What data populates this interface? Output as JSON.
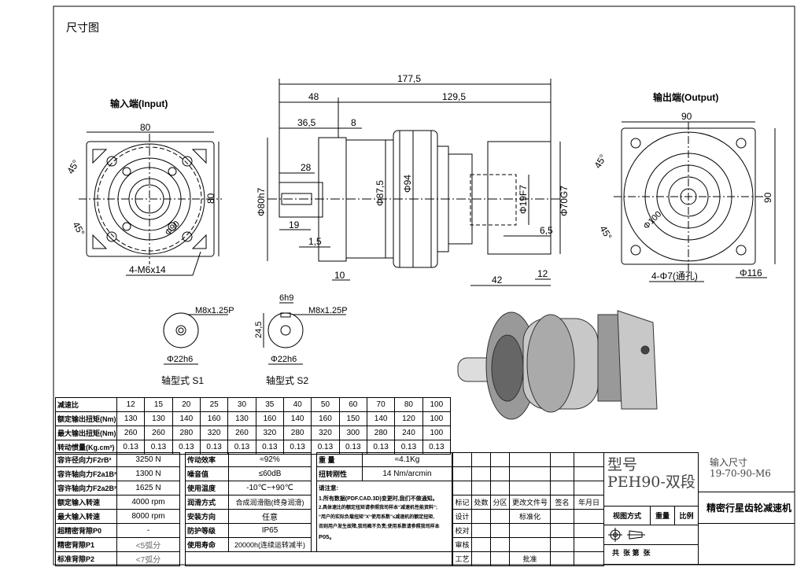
{
  "title": "尺寸图",
  "input_view": {
    "label": "输入端(Input)",
    "width": "80",
    "height": "80",
    "angle1": "45°",
    "angle2": "45°",
    "pcd": "Φ90",
    "holes": "4-M6x14"
  },
  "output_view": {
    "label": "输出端(Output)",
    "width": "90",
    "height": "90",
    "angle1": "45°",
    "angle2": "45°",
    "pcd": "Φ100",
    "holes": "4-Φ7(通孔)",
    "outer": "Φ116"
  },
  "side_view": {
    "total": "177,5",
    "d48": "48",
    "d129": "129,5",
    "d36": "36,5",
    "d8": "8",
    "d28": "28",
    "d80": "Φ80h7",
    "d87": "Φ87,5",
    "d94": "Φ94",
    "d19f": "Φ19F7",
    "d70": "Φ70G7",
    "d65": "6,5",
    "d19": "19",
    "d15": "1,5",
    "d10": "10",
    "d42": "42",
    "d12": "12"
  },
  "shaft_s1": {
    "thread": "M8x1.25P",
    "dia": "Φ22h6",
    "label": "轴型式 S1"
  },
  "shaft_s2": {
    "thread": "M8x1.25P",
    "key": "6h9",
    "height": "24,5",
    "dia": "Φ22h6",
    "label": "轴型式 S2"
  },
  "ratio_table": {
    "rows": [
      {
        "label": "减速比",
        "values": [
          "12",
          "15",
          "20",
          "25",
          "30",
          "35",
          "40",
          "50",
          "60",
          "70",
          "80",
          "100"
        ]
      },
      {
        "label": "额定输出扭矩(Nm)",
        "values": [
          "130",
          "130",
          "140",
          "160",
          "130",
          "160",
          "140",
          "160",
          "150",
          "140",
          "120",
          "100"
        ]
      },
      {
        "label": "最大输出扭矩(Nm)",
        "values": [
          "260",
          "260",
          "280",
          "320",
          "260",
          "320",
          "280",
          "320",
          "300",
          "280",
          "240",
          "100"
        ]
      },
      {
        "label": "转动惯量(Kg.cm²)",
        "values": [
          "0.13",
          "0.13",
          "0.13",
          "0.13",
          "0.13",
          "0.13",
          "0.13",
          "0.13",
          "0.13",
          "0.13",
          "0.13",
          "0.13"
        ]
      }
    ]
  },
  "spec_table": {
    "col1": [
      [
        "容许径向力F2rB²",
        "3250 N"
      ],
      [
        "容许轴向力F2a1B²",
        "1300 N"
      ],
      [
        "容许轴向力F2a2B²",
        "1625 N"
      ],
      [
        "额定输入转速",
        "4000 rpm"
      ],
      [
        "最大输入转速",
        "8000 rpm"
      ],
      [
        "超精密背隙P0",
        "-"
      ],
      [
        "精密背隙P1",
        "<5弧分"
      ],
      [
        "标准背隙P2",
        "<7弧分"
      ]
    ],
    "col2": [
      [
        "传动效率",
        "≈92%"
      ],
      [
        "噪音值",
        "≤60dB"
      ],
      [
        "使用温度",
        "-10℃~+90℃"
      ],
      [
        "润滑方式",
        "合成润滑脂(终身润滑)"
      ],
      [
        "安装方向",
        "任意"
      ],
      [
        "防护等级",
        "IP65"
      ],
      [
        "使用寿命",
        "20000h(连续运转减半)"
      ]
    ],
    "col3": [
      [
        "重 量",
        "≈4.1Kg"
      ],
      [
        "扭转刚性",
        "14 Nm/arcmin"
      ]
    ],
    "notes": [
      "请注意:",
      "1.所有数据(PDF.CAD.3D)变更时,我们不做通知。",
      "2.具体速比的额定扭矩请参照我司样本“减速机性能资料”;",
      "“用户的实际负载扭矩”X“使用系数”≤减速机的额定扭矩,",
      "否则用户发生故障,我司概不负责;使用系数请参照我司样本",
      "P05。"
    ]
  },
  "title_block": {
    "headers": [
      "标记",
      "处数",
      "分区",
      "更改文件号",
      "签名",
      "年月日"
    ],
    "rows": [
      "设计",
      "校对",
      "审核",
      "工艺"
    ],
    "standardize": "标准化",
    "approve": "批准",
    "model_label": "型号",
    "model": "PEH90-双段",
    "input_size_label": "输入尺寸",
    "input_size": "19-70-90-M6",
    "product": "精密行星齿轮减速机",
    "view_method": "视图方式",
    "weight": "重量",
    "scale": "比例",
    "sheets": "共  张 第  张"
  }
}
